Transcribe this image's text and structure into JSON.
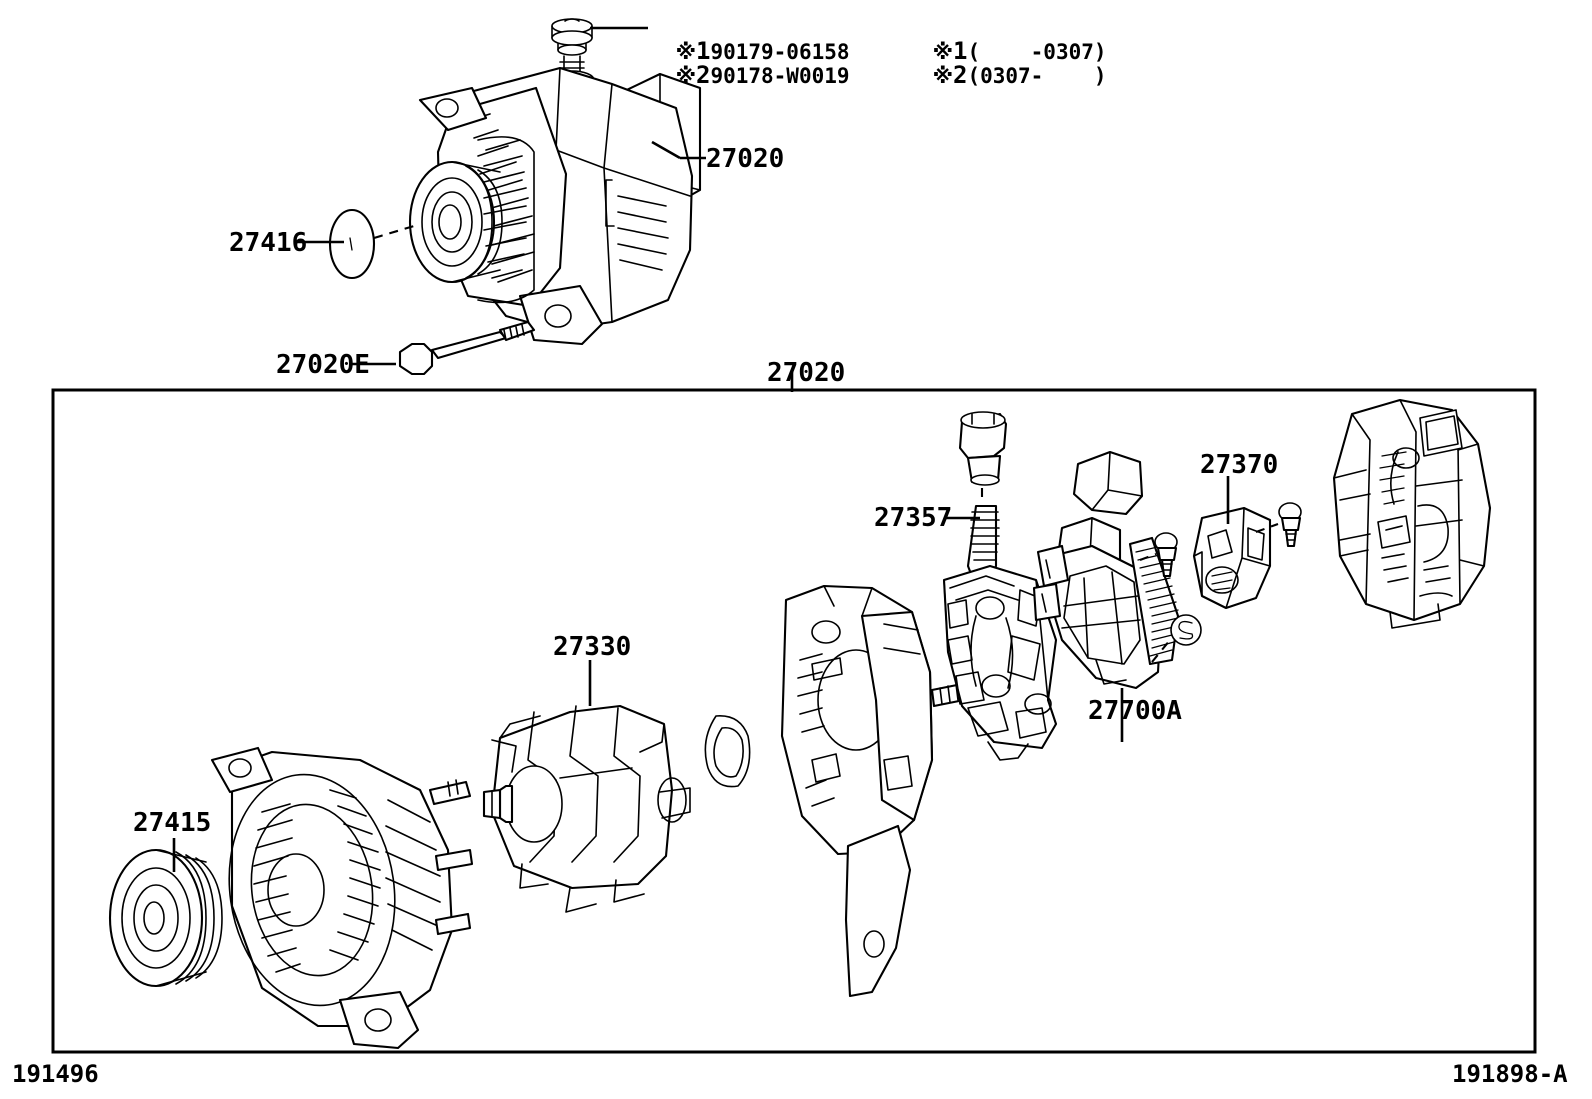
{
  "diagram": {
    "title": "Alternator exploded parts diagram",
    "line_color": "#000000",
    "background": "#ffffff"
  },
  "notes": {
    "rows": [
      {
        "mark": "※",
        "index": "1",
        "part_number": "90179-06158"
      },
      {
        "mark": "※",
        "index": "2",
        "part_number": "90178-W0019"
      }
    ],
    "legend": [
      {
        "mark": "※",
        "index": "1",
        "range": "(    -0307)"
      },
      {
        "mark": "※",
        "index": "2",
        "range": "(0307-    )"
      }
    ]
  },
  "upper_assembly": {
    "labels": [
      {
        "id": "alternator-assy-upper",
        "text": "27020"
      },
      {
        "id": "pulley-cover-cap",
        "text": "27416"
      },
      {
        "id": "mounting-bolt",
        "text": "27020E"
      }
    ]
  },
  "lower_assembly": {
    "box_label": "27020",
    "labels": [
      {
        "id": "drive-pulley",
        "text": "27415"
      },
      {
        "id": "rotor",
        "text": "27330"
      },
      {
        "id": "rectifier-terminal",
        "text": "27357"
      },
      {
        "id": "brush-holder",
        "text": "27700A"
      },
      {
        "id": "regulator-bracket",
        "text": "27370"
      }
    ],
    "callout_marker": "S"
  },
  "footer": {
    "left_id": "191496",
    "right_id": "191898-A"
  }
}
